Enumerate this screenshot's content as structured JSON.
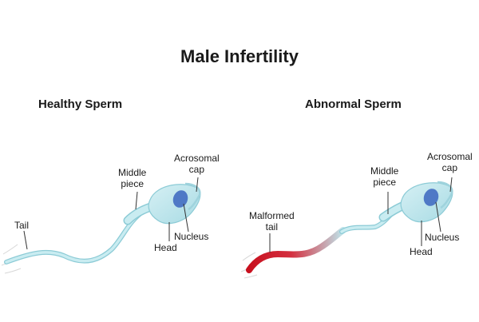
{
  "title": "Male Infertility",
  "healthy": {
    "heading": "Healthy Sperm",
    "labels": {
      "tail": "Tail",
      "middle_piece_1": "Middle",
      "middle_piece_2": "piece",
      "acrosomal_cap_1": "Acrosomal",
      "acrosomal_cap_2": "cap",
      "nucleus": "Nucleus",
      "head": "Head"
    }
  },
  "abnormal": {
    "heading": "Abnormal Sperm",
    "labels": {
      "malformed_tail_1": "Malformed",
      "malformed_tail_2": "tail",
      "middle_piece_1": "Middle",
      "middle_piece_2": "piece",
      "acrosomal_cap_1": "Acrosomal",
      "acrosomal_cap_2": "cap",
      "nucleus": "Nucleus",
      "head": "Head"
    }
  },
  "colors": {
    "body": "#bfe6ec",
    "body_edge": "#8ccbd6",
    "nucleus": "#4f79c6",
    "malformed": "#d0202e",
    "leader": "#333333"
  }
}
